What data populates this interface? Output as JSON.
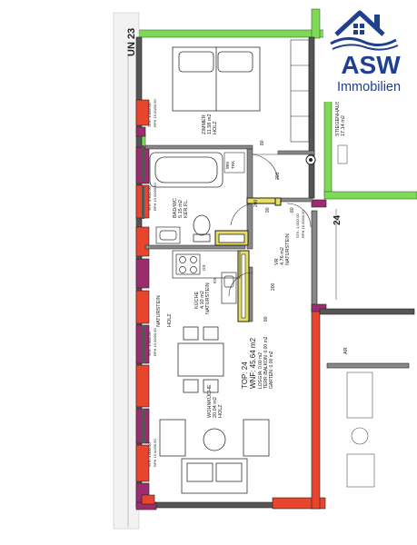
{
  "logo": {
    "brand": "ASW",
    "subtitle": "Immobilien"
  },
  "street": "UN 23",
  "stair_number": "24",
  "rooms": {
    "zimmer": {
      "name": "ZIMMER",
      "area": "11.58 m2",
      "floor": "HOLZ"
    },
    "badwc": {
      "name": "BAD/WC",
      "area": "5.15 m2",
      "floor": "KER.FL."
    },
    "vr": {
      "name": "VR",
      "area": "4.76 m2",
      "floor": "NATURSTEIN"
    },
    "kueche": {
      "name": "KÜCHE",
      "area": "4.10 m2",
      "floor": "NATURSTEIN"
    },
    "wohnkueche": {
      "name": "WOHNKÜCHE",
      "area": "20.04 m2",
      "floor": "HOLZ"
    },
    "stiegenhaus": {
      "name": "STIEGENHAUS",
      "area": "17.14 m2"
    },
    "ar": {
      "name": "AR"
    }
  },
  "unit": {
    "top": "TOP: 24",
    "wnf": "WNF: 45.64 m2",
    "loggia": "LOGGIA: 0.00 m2",
    "terrasse": "TERR./BALKON: 0.00 m2",
    "garten": "GARTEN: 0.00 m2"
  },
  "labels": {
    "naturstein": "NATURSTEIN",
    "holz": "HOLZ",
    "wm": "WM",
    "trk": "TRK",
    "ks": "KS",
    "gs": "GS",
    "dim_80": "80",
    "dim_90": "90",
    "dim_200": "200"
  },
  "windows": [
    {
      "top": "STK. 1.00/2.00",
      "bot": "RPH 15.00/30.60"
    },
    {
      "top": "STK. 0.90/1.00",
      "bot": "RPH 15.00/30.60"
    },
    {
      "top": "STK. 1.00/2.00",
      "bot": "RPH 15.00/30.60"
    },
    {
      "top": "STK. 1.00/2.00",
      "bot": "RPH 15.00/30.60"
    }
  ],
  "door_labels": [
    {
      "top": "STK. 1.00/2.00",
      "bot": "RPH 15.00/30.60"
    }
  ],
  "colors": {
    "green": "#7ed957",
    "red": "#e8452e",
    "magenta": "#9b2d6f",
    "yellow": "#e6df62",
    "wall": "#333333",
    "logo_blue": "#1f3f8f"
  }
}
